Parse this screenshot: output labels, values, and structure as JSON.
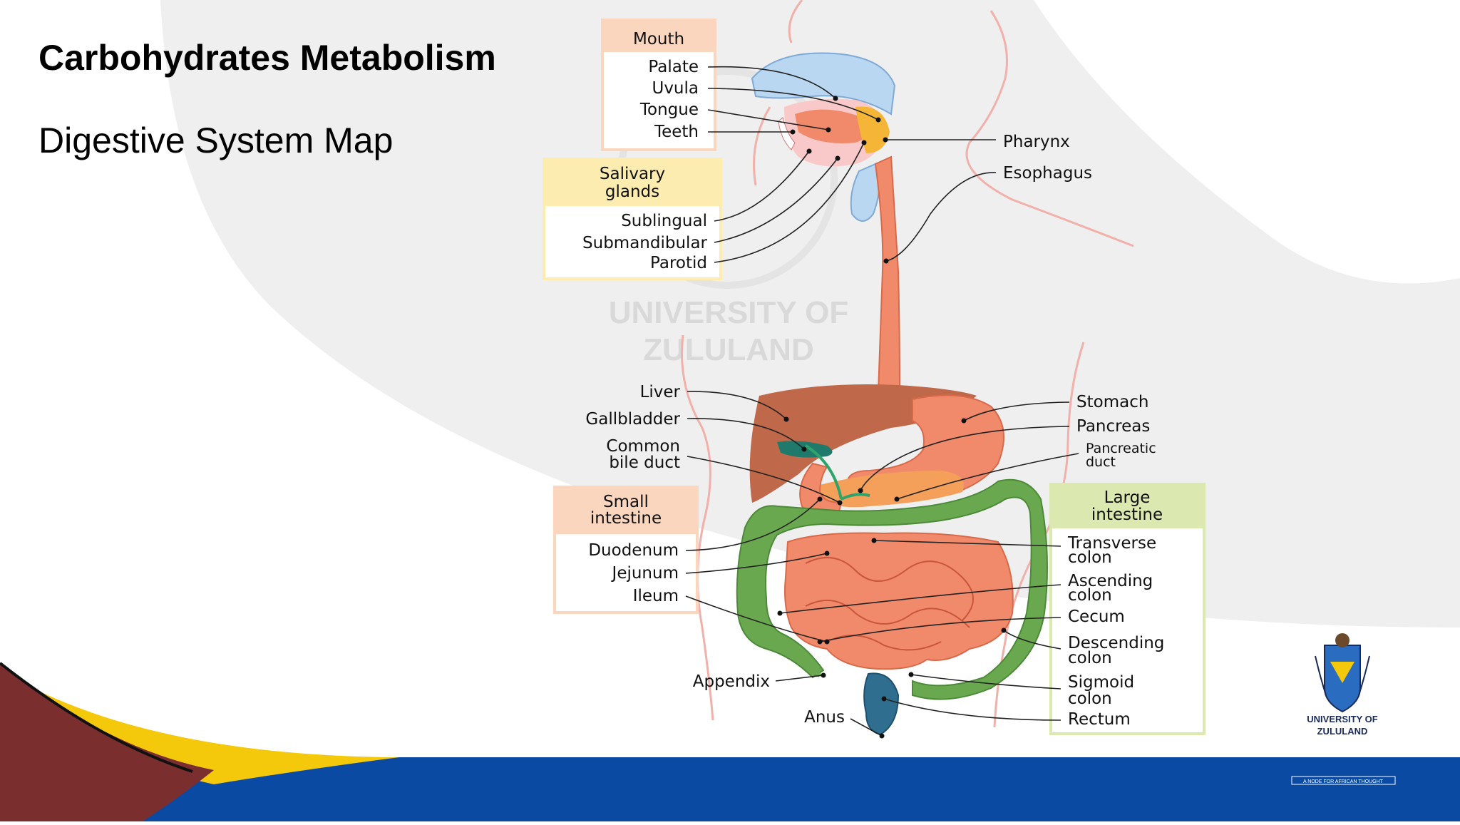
{
  "slide": {
    "title": "Carbohydrates Metabolism",
    "subtitle": "Digestive System Map"
  },
  "diagram": {
    "watermark": {
      "line1": "UNIVERSITY OF",
      "line2": "ZULULAND"
    },
    "groups": {
      "mouth": {
        "header": "Mouth",
        "items": [
          "Palate",
          "Uvula",
          "Tongue",
          "Teeth"
        ]
      },
      "salivary": {
        "header_line1": "Salivary",
        "header_line2": "glands",
        "items": [
          "Sublingual",
          "Submandibular",
          "Parotid"
        ]
      },
      "small_intestine": {
        "header_line1": "Small",
        "header_line2": "intestine",
        "items": [
          "Duodenum",
          "Jejunum",
          "Ileum"
        ]
      },
      "large_intestine": {
        "header_line1": "Large",
        "header_line2": "intestine",
        "items": [
          {
            "line1": "Transverse",
            "line2": "colon"
          },
          {
            "line1": "Ascending",
            "line2": "colon"
          },
          {
            "line1": "Cecum",
            "line2": ""
          },
          {
            "line1": "Descending",
            "line2": "colon"
          },
          {
            "line1": "Sigmoid",
            "line2": "colon"
          },
          {
            "line1": "Rectum",
            "line2": ""
          }
        ]
      }
    },
    "labels": {
      "pharynx": "Pharynx",
      "esophagus": "Esophagus",
      "liver": "Liver",
      "gallbladder": "Gallbladder",
      "common_bile_duct_line1": "Common",
      "common_bile_duct_line2": "bile duct",
      "stomach": "Stomach",
      "pancreas": "Pancreas",
      "pancreatic_duct_line1": "Pancreatic",
      "pancreatic_duct_line2": "duct",
      "appendix": "Appendix",
      "anus": "Anus"
    }
  },
  "logo": {
    "line1": "UNIVERSITY OF",
    "line2": "ZULULAND",
    "tagline": "A NODE FOR AFRICAN THOUGHT"
  },
  "colors": {
    "mouth_header": "#fbd6bf",
    "salivary_header": "#fcecb0",
    "small_header": "#fbd6bf",
    "large_header": "#dbe8b0",
    "footer_blue": "#0a4aa2",
    "footer_maroon": "#7a2e2e",
    "footer_yellow": "#f4c80b",
    "organ_pink": "#f08a6a",
    "colon_green": "#6aa84f",
    "liver_brown": "#c0684a"
  }
}
